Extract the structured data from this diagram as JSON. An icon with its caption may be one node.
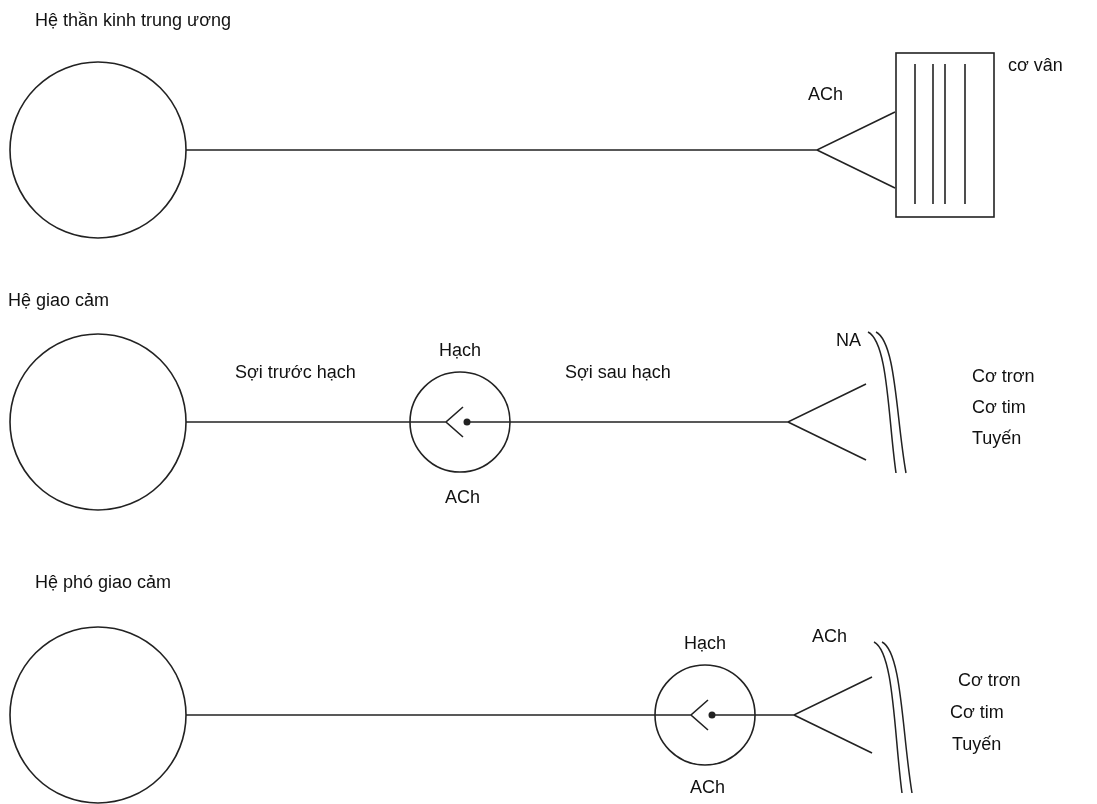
{
  "diagram": {
    "nodes": [
      {
        "text": [],
        "shape": "circle"
      },
      {
        "text": [],
        "shape": "box",
        "beside": [
          "cơ vân"
        ]
      },
      {
        "text": [],
        "shape": "circle"
      },
      {
        "text": [
          "Hạch"
        ],
        "beside": [
          "ACh"
        ]
      },
      {
        "text": [],
        "shape": "curve",
        "beside": [
          "Cơ trơn",
          "Cơ tim",
          "Tuyến"
        ]
      },
      {
        "text": [],
        "shape": "circle"
      },
      {
        "text": [
          "Hạch"
        ],
        "beside": [
          "ACh"
        ]
      },
      {
        "text": [],
        "shape": "curve",
        "beside": [
          "Cơ trơn",
          "Cơ tim",
          "Tuyến"
        ]
      }
    ],
    "edges": [
      {
        "from": 0,
        "to": 1,
        "arrow": "other"
      },
      {
        "from": 2,
        "to": 3,
        "arrow": "none",
        "label": "Sợi trước hạch"
      },
      {
        "from": 3,
        "to": 4,
        "arrow": "other",
        "label": "Sợi sau hạch"
      },
      {
        "from": 5,
        "to": 6,
        "arrow": "none"
      },
      {
        "from": 6,
        "to": 7,
        "arrow": "other"
      }
    ],
    "labels": [
      "Hệ thần kinh trung ương",
      "ACh",
      "Hệ giao cảm",
      "NA",
      "Hệ phó giao cảm",
      "ACh"
    ]
  }
}
